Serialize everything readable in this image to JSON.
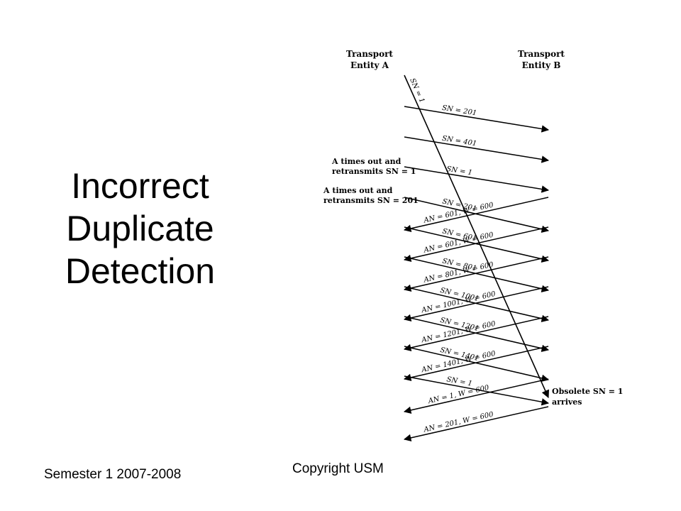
{
  "slide": {
    "title_lines": [
      "Incorrect",
      "Duplicate",
      "Detection"
    ],
    "footer_left": "Semester 1 2007-2008",
    "footer_center": "Copyright USM"
  },
  "diagram": {
    "entity_a": [
      "Transport",
      "Entity A"
    ],
    "entity_b": [
      "Transport",
      "Entity B"
    ],
    "obsolete_segment_label": "SN = 1",
    "notes": {
      "timeout1": [
        "A times out and",
        "retransmits SN = 1"
      ],
      "timeout2": [
        "A times out and",
        "retransmits SN = 201"
      ],
      "obsolete": [
        "Obsolete SN = 1",
        "arrives"
      ]
    },
    "messages_a_to_b": [
      {
        "label": "SN = 201"
      },
      {
        "label": "SN = 401"
      },
      {
        "label": "SN = 1"
      },
      {
        "label": "SN = 201"
      },
      {
        "label": "SN = 601"
      },
      {
        "label": "SN = 801"
      },
      {
        "label": "SN = 1001"
      },
      {
        "label": "SN = 1201"
      },
      {
        "label": "SN = 1401"
      },
      {
        "label": "SN = 1"
      }
    ],
    "messages_b_to_a": [
      {
        "label": "AN = 601, W = 600"
      },
      {
        "label": "AN = 601, W = 600"
      },
      {
        "label": "AN = 801, W = 600"
      },
      {
        "label": "AN = 1001, W = 600"
      },
      {
        "label": "AN = 1201, W = 600"
      },
      {
        "label": "AN = 1401, W = 600"
      },
      {
        "label": "AN = 1, W = 600"
      },
      {
        "label": "AN = 201, W = 600"
      }
    ]
  }
}
